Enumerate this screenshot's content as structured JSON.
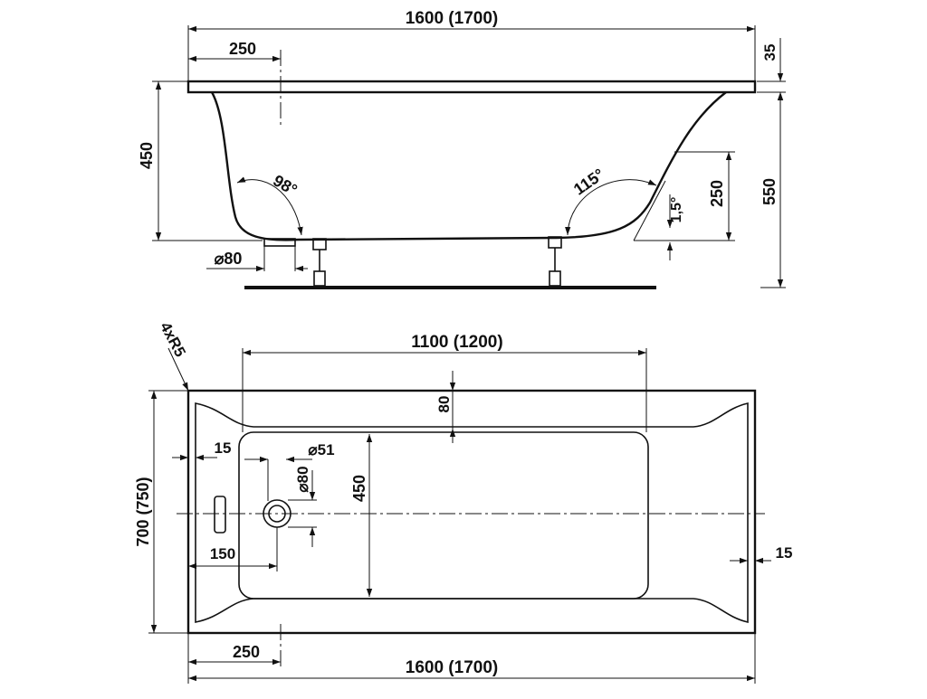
{
  "drawing": {
    "side_view": {
      "overall_length": "1600 (1700)",
      "rim_offset": "250",
      "rim_thickness": "35",
      "depth": "450",
      "total_height": "550",
      "foot_height": "250",
      "drain_diameter": "⌀80",
      "angle_head": "98°",
      "angle_foot": "115°",
      "slope": "1,5°"
    },
    "plan_view": {
      "corner_radius": "4xR5",
      "inner_length": "1100 (1200)",
      "rim_width_top": "80",
      "offset_left": "15",
      "overflow_diameter": "⌀51",
      "drain_diameter": "⌀80",
      "inner_width": "450",
      "overall_width": "700 (750)",
      "drain_offset": "150",
      "offset_right": "15",
      "bottom_offset": "250",
      "overall_length": "1600 (1700)"
    }
  }
}
